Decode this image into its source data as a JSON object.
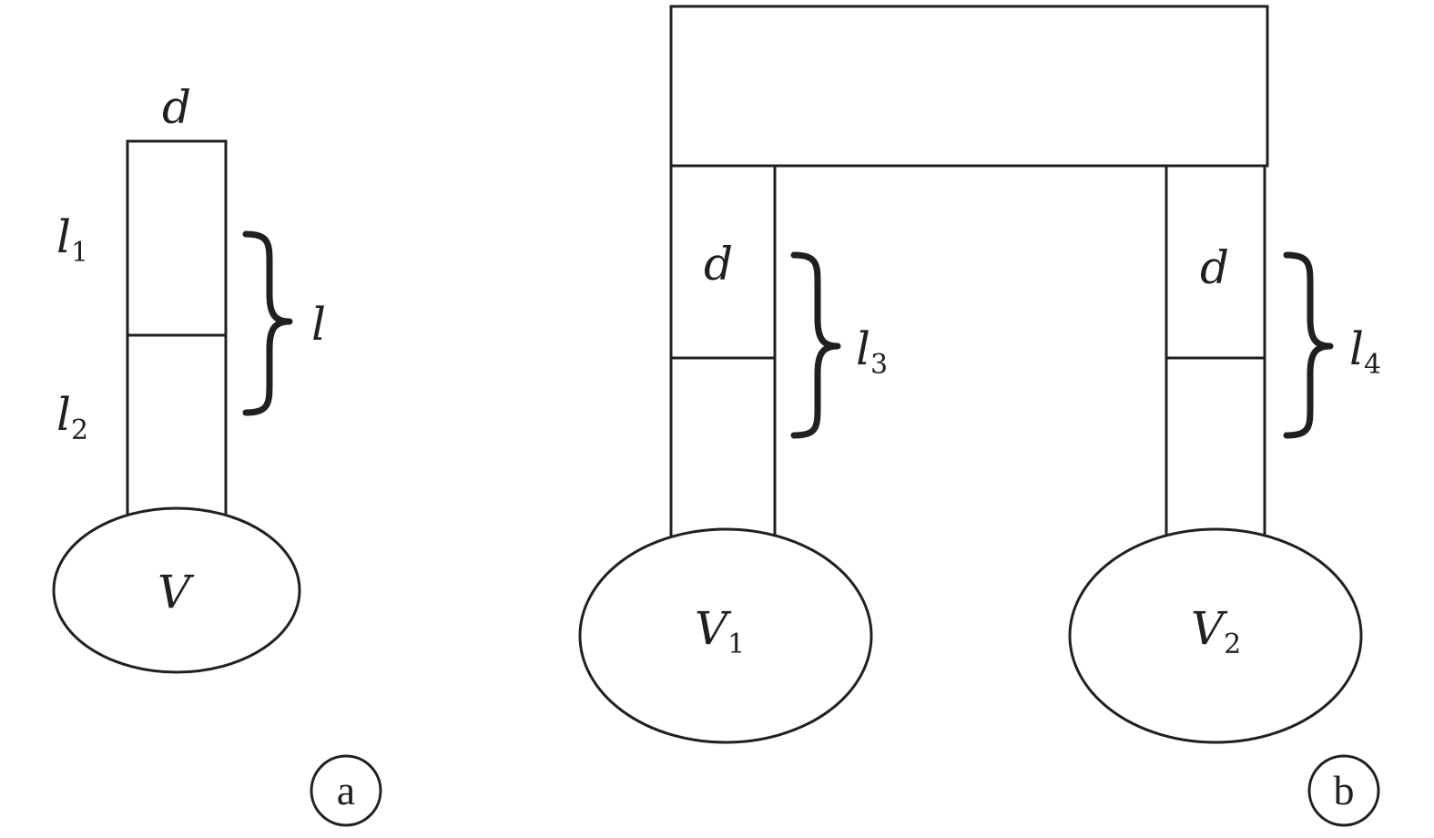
{
  "part_a": {
    "top_label": "d",
    "upper_segment_label": {
      "base": "l",
      "sub": "1"
    },
    "lower_segment_label": {
      "base": "l",
      "sub": "2"
    },
    "total_length_label": "l",
    "volume_label": "V",
    "panel_label": "a"
  },
  "part_b": {
    "left_diameter_label": "d",
    "right_diameter_label": "d",
    "left_length_label": {
      "base": "l",
      "sub": "3"
    },
    "right_length_label": {
      "base": "l",
      "sub": "4"
    },
    "left_volume_label": {
      "base": "V",
      "sub": "1"
    },
    "right_volume_label": {
      "base": "V",
      "sub": "2"
    },
    "panel_label": "b"
  }
}
